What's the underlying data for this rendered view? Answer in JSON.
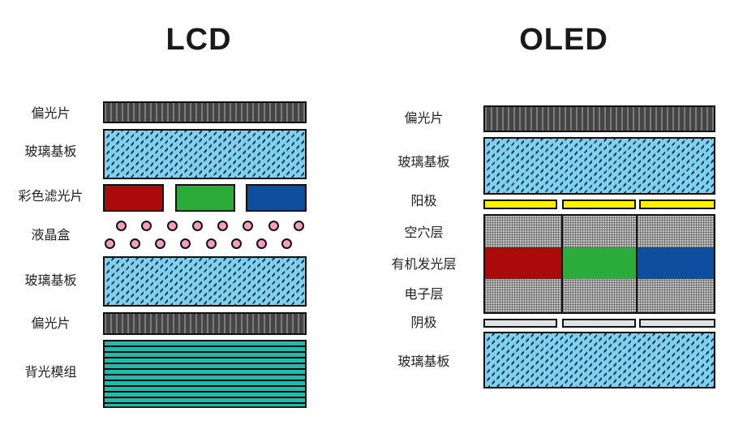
{
  "lcd": {
    "title": "LCD",
    "layers": [
      {
        "label": "偏光片",
        "type": "polarizer"
      },
      {
        "label": "玻璃基板",
        "type": "glass-substrate"
      },
      {
        "label": "彩色滤光片",
        "type": "color-filter",
        "segment_colors": [
          "#aa0a0a",
          "#2aab3a",
          "#0d4f9e"
        ]
      },
      {
        "label": "液晶盒",
        "type": "liquid-crystal-cell",
        "dot_rows": 2,
        "dots_per_row": 8,
        "dot_color": "#f49cc3"
      },
      {
        "label": "玻璃基板",
        "type": "glass-substrate"
      },
      {
        "label": "偏光片",
        "type": "polarizer"
      },
      {
        "label": "背光模组",
        "type": "backlight-module"
      }
    ]
  },
  "oled": {
    "title": "OLED",
    "layers": [
      {
        "label": "偏光片",
        "type": "polarizer"
      },
      {
        "label": "玻璃基板",
        "type": "glass-substrate"
      },
      {
        "label": "阳极",
        "type": "anode",
        "segments": 3,
        "color": "#fdf000"
      },
      {
        "label": "空穴层",
        "type": "hole-layer"
      },
      {
        "label": "有机发光层",
        "type": "organic-emitting-layer",
        "segment_colors": [
          "#aa0a0a",
          "#2aab3a",
          "#0d4f9e"
        ]
      },
      {
        "label": "电子层",
        "type": "electron-layer"
      },
      {
        "label": "阴极",
        "type": "cathode",
        "segments": 3,
        "color": "#e3e3e3"
      },
      {
        "label": "玻璃基板",
        "type": "glass-substrate"
      }
    ]
  },
  "colors": {
    "red": "#aa0a0a",
    "green": "#2aab3a",
    "blue": "#0d4f9e",
    "yellow": "#fdf000",
    "pink": "#f49cc3",
    "teal": "#1fbcac",
    "glass_blue": "#7fd1ef",
    "polarizer_gray": "#4a4a4a",
    "electrode_gray": "#e3e3e3",
    "hatch_gray": "#c4c4c4",
    "text": "#222222"
  }
}
